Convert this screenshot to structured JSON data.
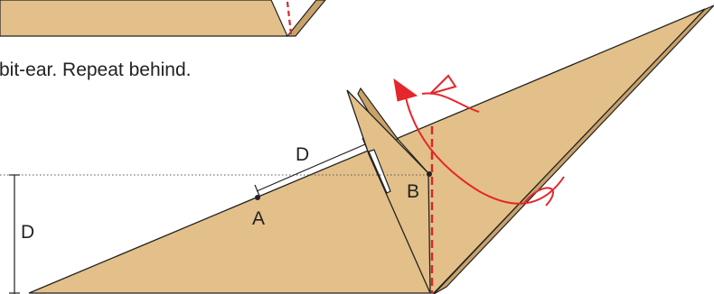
{
  "caption": "bit-ear. Repeat behind.",
  "labels": {
    "point_a": "A",
    "point_b": "B",
    "dim_horizontal": "D",
    "dim_vertical": "D"
  },
  "colors": {
    "paper": "#E3C089",
    "paper_shade": "#C9A26A",
    "line": "#222222",
    "valley_fold": "#D8262B",
    "arrow": "#E5262B",
    "guide": "#555555"
  }
}
